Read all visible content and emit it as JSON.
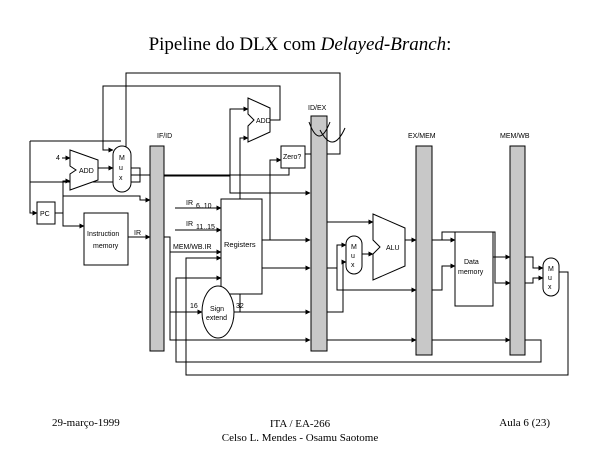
{
  "slide": {
    "title_prefix": "Pipeline do DLX com ",
    "title_italic": "Delayed-Branch",
    "title_suffix": ":"
  },
  "diagram": {
    "stage_labels": {
      "if_id": "IF/ID",
      "id_ex": "ID/EX",
      "ex_mem": "EX/MEM",
      "mem_wb": "MEM/WB"
    },
    "units": {
      "pc": "PC",
      "adder_if": "ADD",
      "adder_id": "ADD",
      "mux_if": [
        "M",
        "u",
        "x"
      ],
      "instr_mem": [
        "Instruction",
        "memory"
      ],
      "registers": "Registers",
      "zero": "Zero?",
      "sign_ext": [
        "Sign",
        "extend"
      ],
      "mux_ex": [
        "M",
        "u",
        "x"
      ],
      "alu": "ALU",
      "data_mem": [
        "Data",
        "memory"
      ],
      "mux_wb": [
        "M",
        "u",
        "x"
      ]
    },
    "signals": {
      "four": "4",
      "ir": "IR",
      "ir_6_10": "IR",
      "ir_6_10_sub": "6..10",
      "ir_11_15": "IR",
      "ir_11_15_sub": "11..15",
      "memwb_ir": "MEM/WB.IR",
      "sixteen": "16",
      "thirty_two": "32"
    }
  },
  "footer": {
    "date": "29-março-1999",
    "course": "ITA / EA-266",
    "authors": "Celso L. Mendes - Osamu Saotome",
    "lecture": "Aula 6 (23)"
  }
}
